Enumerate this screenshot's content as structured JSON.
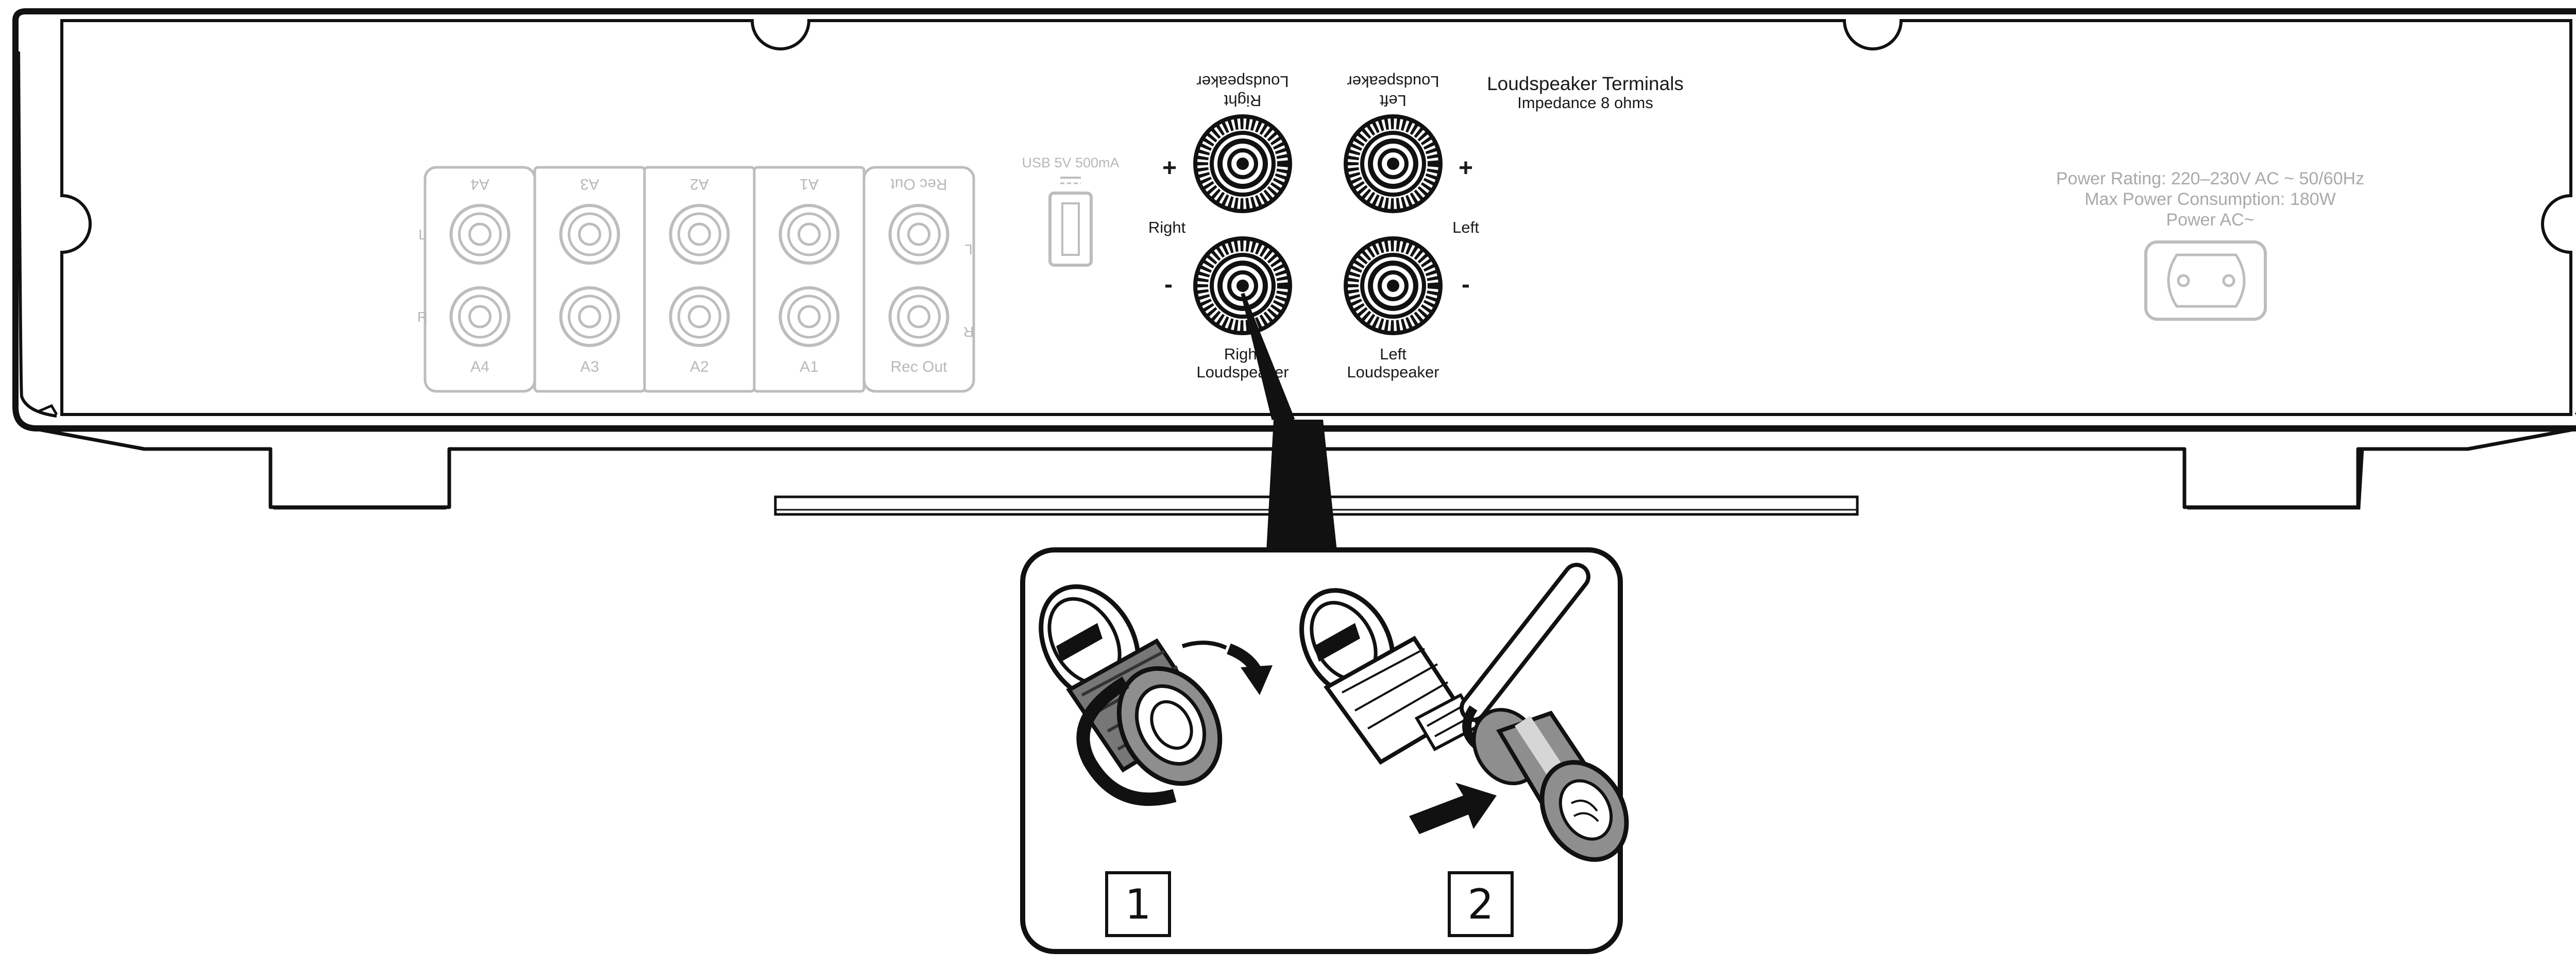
{
  "terminals": {
    "heading": "Loudspeaker Terminals",
    "impedance": "Impedance 8 ohms",
    "right_top_line1": "Right",
    "right_top_line2": "Loudspeaker",
    "left_top_line1": "Left",
    "left_top_line2": "Loudspeaker",
    "right_bottom_line1": "Right",
    "right_bottom_line2": "Loudspeaker",
    "left_bottom_line1": "Left",
    "left_bottom_line2": "Loudspeaker",
    "right_side": "Right",
    "left_side": "Left",
    "plus": "+",
    "minus": "-"
  },
  "inputs": {
    "columns": [
      "A4",
      "A3",
      "A2",
      "A1",
      "Rec Out"
    ],
    "channel_left": "L",
    "channel_right": "R"
  },
  "usb": {
    "label": "USB 5V 500mA"
  },
  "power": {
    "rating": "Power Rating: 220–230V AC ~ 50/60Hz",
    "max_consumption": "Max Power Consumption: 180W",
    "ac_label": "Power AC~"
  },
  "steps": {
    "step1": "1",
    "step2": "2"
  },
  "colors": {
    "outline": "#111111",
    "faded": "#bdbdbd",
    "terminal_dark": "#1a1a1a",
    "grey_fill": "#8e8e8e"
  }
}
